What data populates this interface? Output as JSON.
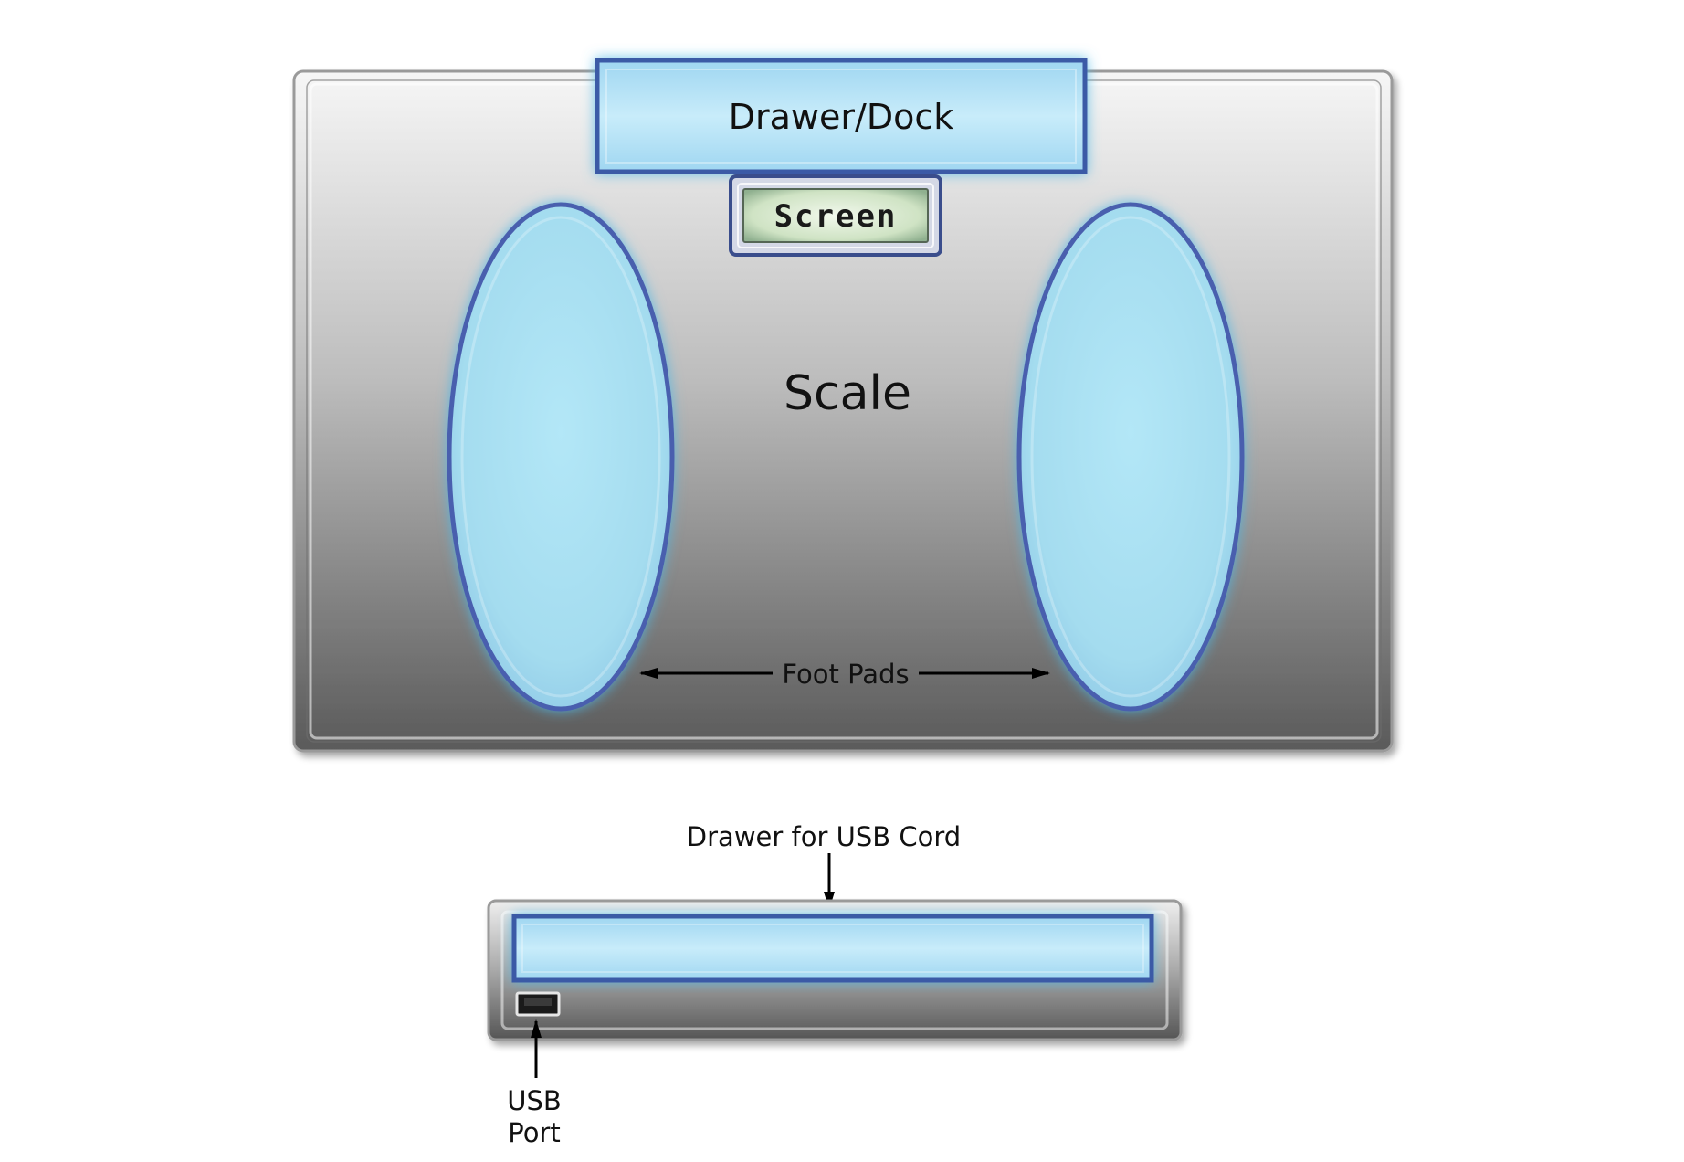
{
  "scale": {
    "title": "Scale",
    "drawer_dock_label": "Drawer/Dock",
    "screen_label": "Screen",
    "foot_pads_label": "Foot Pads"
  },
  "side_view": {
    "drawer_label": "Drawer for USB Cord",
    "usb_port_label_line1": "USB",
    "usb_port_label_line2": "Port"
  }
}
